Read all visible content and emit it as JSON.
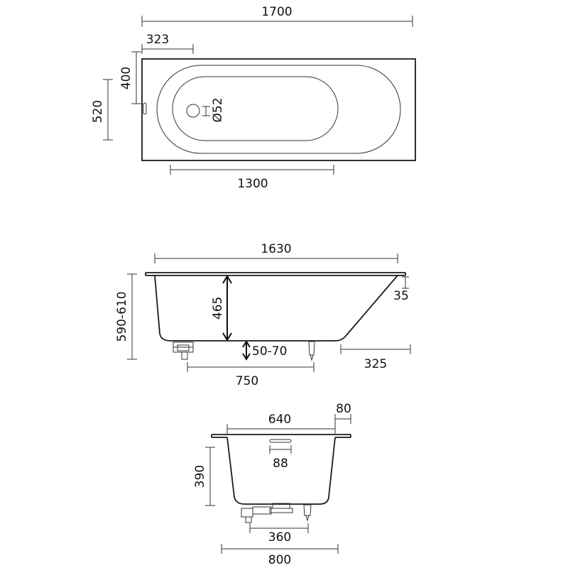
{
  "top_view": {
    "overall_length": "1700",
    "offset_to_drain": "323",
    "inner_width": "400",
    "overall_width": "520",
    "drain_diameter": "Ø52",
    "inner_length": "1300"
  },
  "side_view": {
    "rim_length": "1630",
    "total_height": "590-610",
    "depth": "465",
    "foot_height": "50-70",
    "foot_spacing": "750",
    "slope_length": "325",
    "rim_thickness": "35"
  },
  "end_view": {
    "inner_width": "640",
    "rim_width": "80",
    "overflow_size": "88",
    "height": "390",
    "foot_spacing": "360",
    "overall_width": "800"
  }
}
